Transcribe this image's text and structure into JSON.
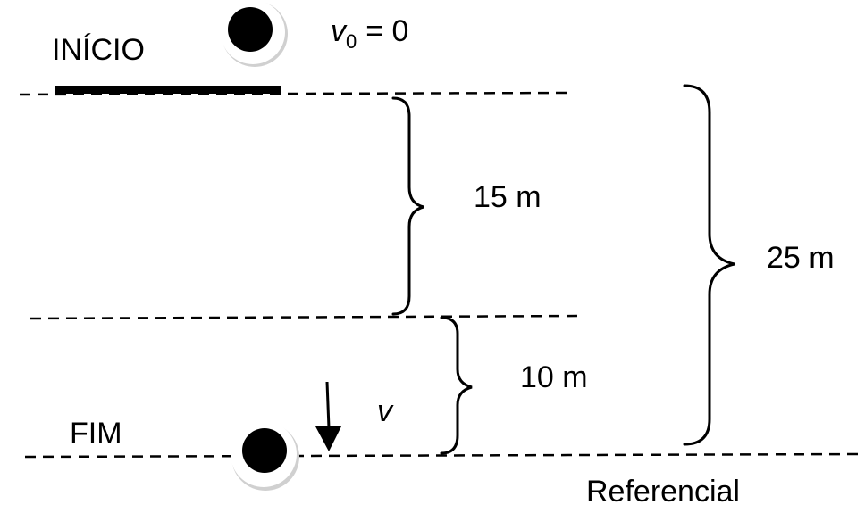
{
  "labels": {
    "start": "INÍCIO",
    "end": "FIM",
    "reference": "Referencial",
    "v0_symbol": "v",
    "v0_sub": "0",
    "v0_value": "= 0",
    "v_final": "v",
    "upper_height": "15 m",
    "lower_height": "10 m",
    "total_height": "25 m"
  },
  "colors": {
    "stroke": "#000000",
    "ball": "#000000",
    "ball_rim": "#cccccc"
  },
  "icons": {
    "ball_start": "ball-icon",
    "ball_end": "ball-icon",
    "velocity_arrow": "arrow-down-icon"
  }
}
